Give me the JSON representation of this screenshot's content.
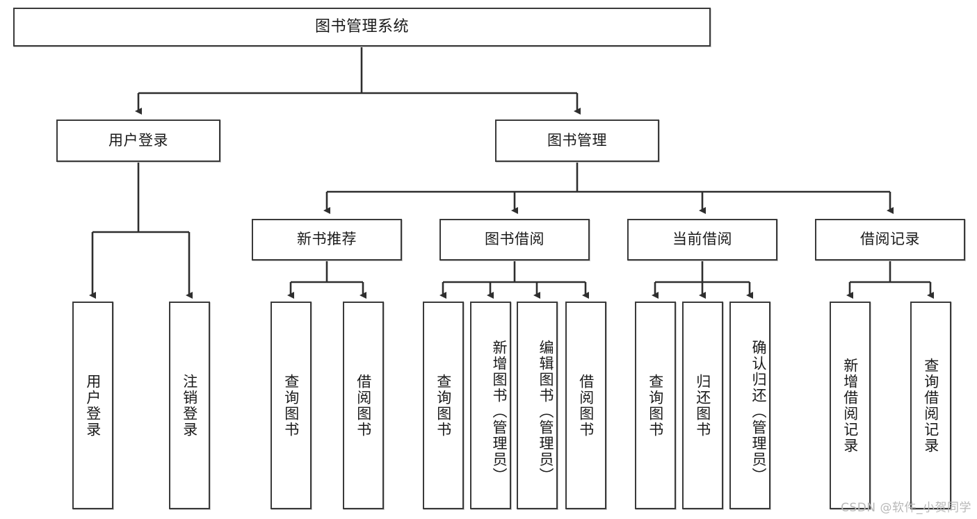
{
  "diagram": {
    "type": "tree",
    "title": "图书管理系统",
    "watermark": "CSDN @软件_小贺同学",
    "colors": {
      "border": "#3a3a3a",
      "background": "#ffffff",
      "text": "#1a1a1a",
      "edge": "#2e2e2e",
      "watermark": "#b8b8b8"
    },
    "levels": {
      "root": {
        "label": "图书管理系统"
      },
      "level2": [
        {
          "label": "用户登录"
        },
        {
          "label": "图书管理"
        }
      ],
      "level3": [
        {
          "label": "新书推荐"
        },
        {
          "label": "图书借阅"
        },
        {
          "label": "当前借阅"
        },
        {
          "label": "借阅记录"
        }
      ],
      "leaves": {
        "user_login": [
          {
            "label": "用户登录"
          },
          {
            "label": "注销登录"
          }
        ],
        "new_book": [
          {
            "label": "查询图书"
          },
          {
            "label": "借阅图书"
          }
        ],
        "book_borrow": [
          {
            "label": "查询图书"
          },
          {
            "label": "新增图书（管理员）"
          },
          {
            "label": "编辑图书（管理员）"
          },
          {
            "label": "借阅图书"
          }
        ],
        "current_borrow": [
          {
            "label": "查询图书"
          },
          {
            "label": "归还图书"
          },
          {
            "label": "确认归还（管理员）"
          }
        ],
        "borrow_record": [
          {
            "label": "新增借阅记录"
          },
          {
            "label": "查询借阅记录"
          }
        ]
      }
    }
  }
}
